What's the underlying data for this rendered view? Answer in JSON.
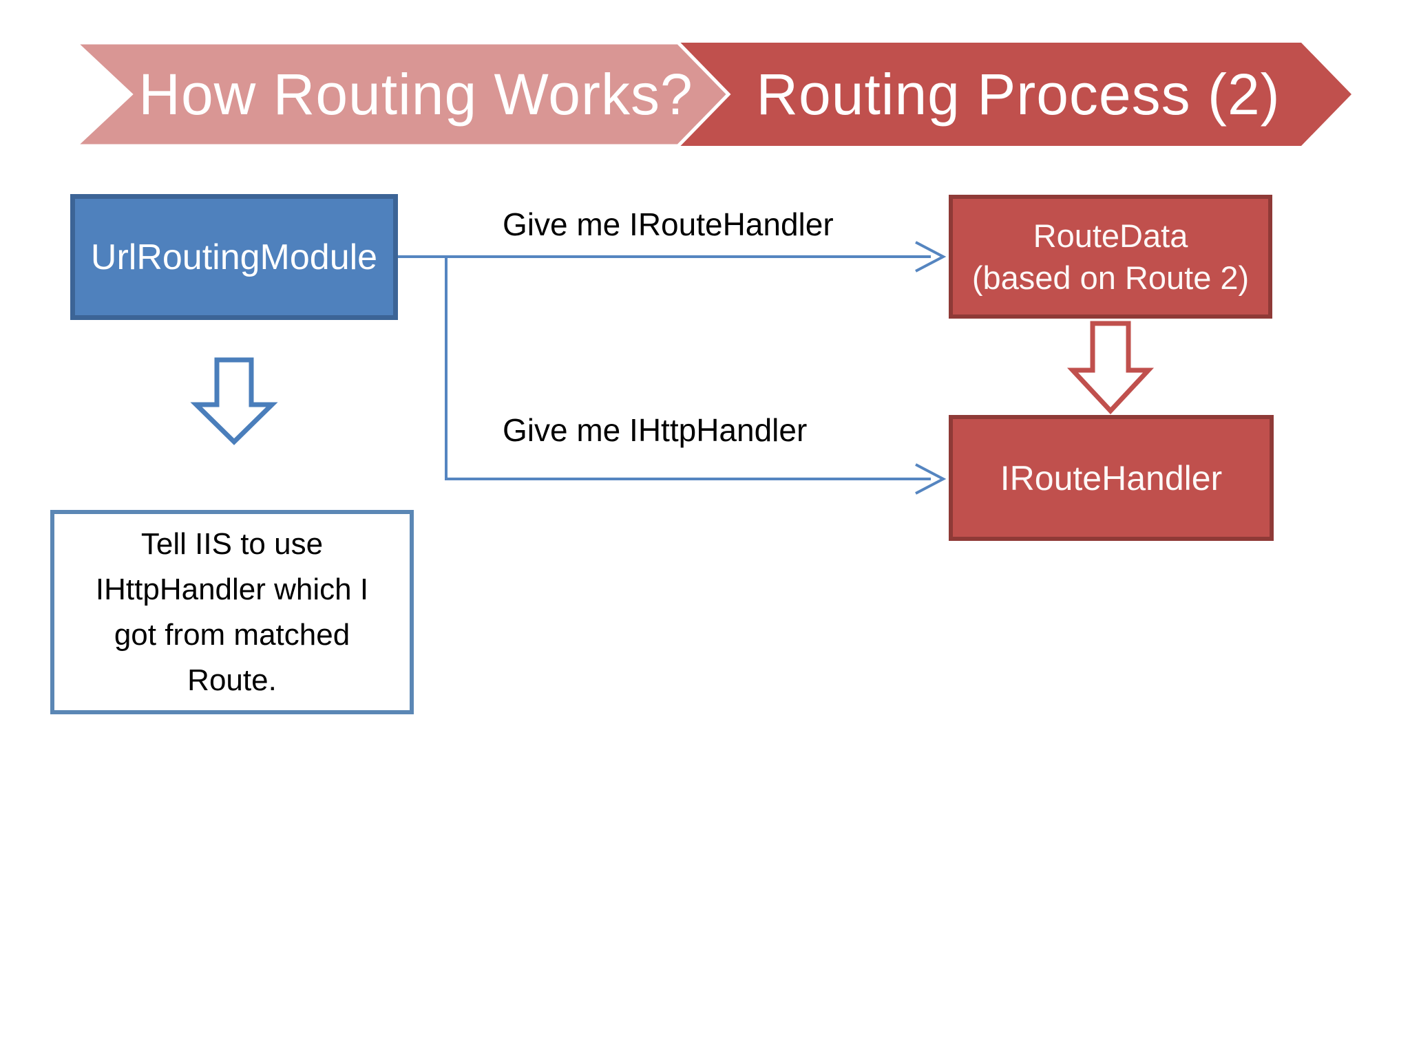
{
  "slide": {
    "header": {
      "left_banner": {
        "label": "How Routing Works?",
        "fill": "#d99694",
        "text_color": "#ffffff"
      },
      "right_banner": {
        "label": "Routing Process (2)",
        "fill": "#c0504d",
        "text_color": "#ffffff"
      }
    },
    "nodes": {
      "url_routing_module": {
        "label": "UrlRoutingModule",
        "fill": "#4f81bd",
        "border": "#3c6496",
        "text_color": "#ffffff"
      },
      "route_data": {
        "line1": "RouteData",
        "line2": "(based on Route 2)",
        "fill": "#c0504d",
        "border": "#8f3a37",
        "text_color": "#ffffff"
      },
      "iroute_handler": {
        "label": "IRouteHandler",
        "fill": "#c0504d",
        "border": "#8f3a37",
        "text_color": "#ffffff"
      },
      "iis_note": {
        "lines": [
          "Tell IIS to use",
          "IHttpHandler which I",
          "got from matched",
          "Route."
        ],
        "border": "#5b87b5",
        "text_color": "#000000"
      }
    },
    "edges": {
      "to_route_data": {
        "label": "Give me IRouteHandler",
        "color": "#5585c0"
      },
      "to_iroute_handler": {
        "label": "Give me IHttpHandler",
        "color": "#5585c0"
      }
    },
    "arrows": {
      "blue_down_arrow": {
        "stroke": "#4a7ebb"
      },
      "red_down_arrow": {
        "stroke": "#c0504d"
      }
    }
  }
}
